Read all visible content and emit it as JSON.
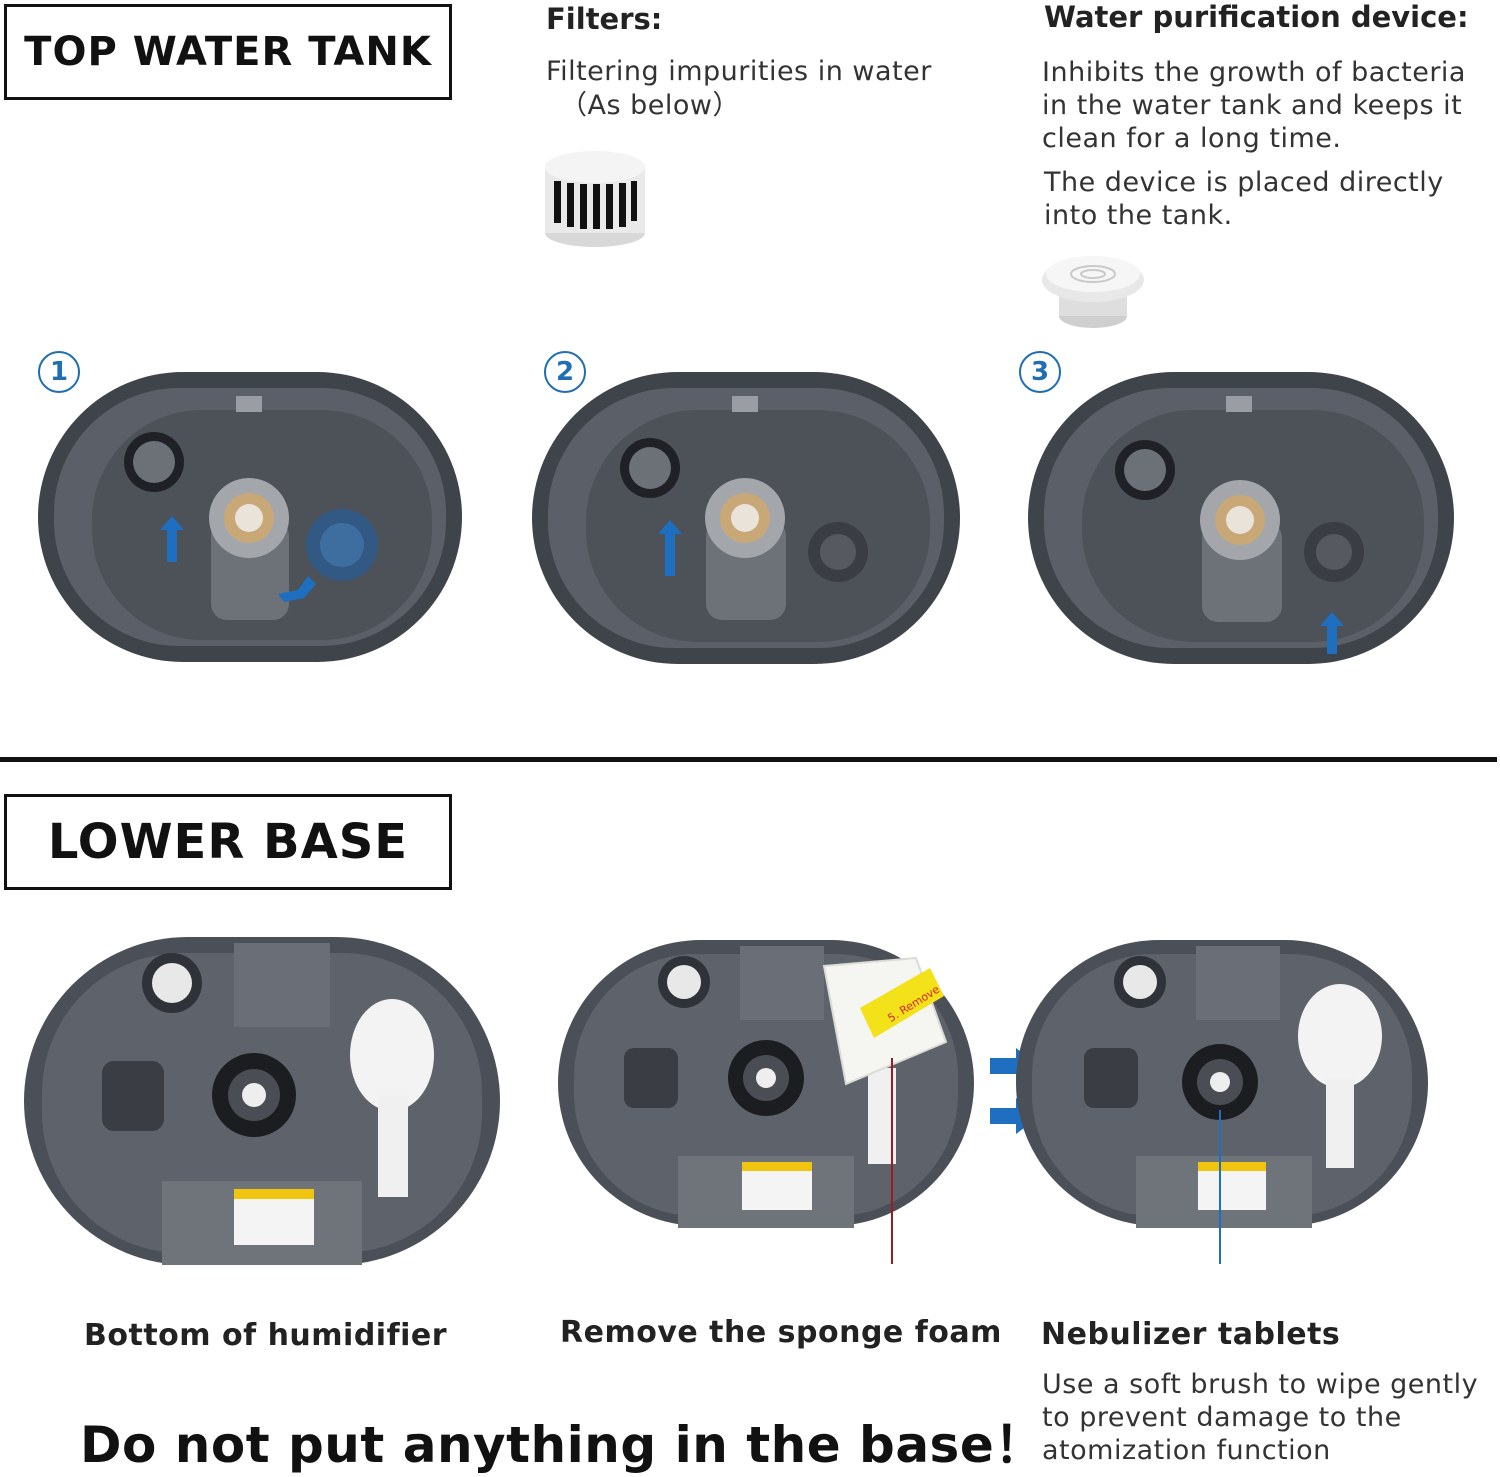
{
  "top_section": {
    "title": "TOP WATER TANK",
    "filters": {
      "heading": "Filters:",
      "description_line1": "Filtering impurities in water",
      "description_line2": "（As below）"
    },
    "purification": {
      "heading": "Water purification device:",
      "description": "Inhibits the growth of bacteria in the water tank and  keeps it clean for a long time.",
      "placement": "The device is placed directly into the tank."
    },
    "steps": [
      "1",
      "2",
      "3"
    ]
  },
  "lower_section": {
    "title": "LOWER BASE",
    "captions": {
      "bottom": "Bottom of humidifier",
      "remove": "Remove the sponge foam",
      "nebulizer": "Nebulizer tablets"
    },
    "nebulizer_desc": "Use a soft brush to wipe gently to prevent damage to the atomization function",
    "warning": "Do not put anything in the base！",
    "sponge_tag": "5. Remove"
  },
  "colors": {
    "tank_gray": "#4a4e55",
    "tank_inner": "#5a5e66",
    "arrow_blue": "#1e6fc0",
    "badge_blue": "#1f6fb2"
  },
  "icons": [
    "filter-cartridge-icon",
    "purification-device-icon",
    "blue-arrow-icon"
  ]
}
